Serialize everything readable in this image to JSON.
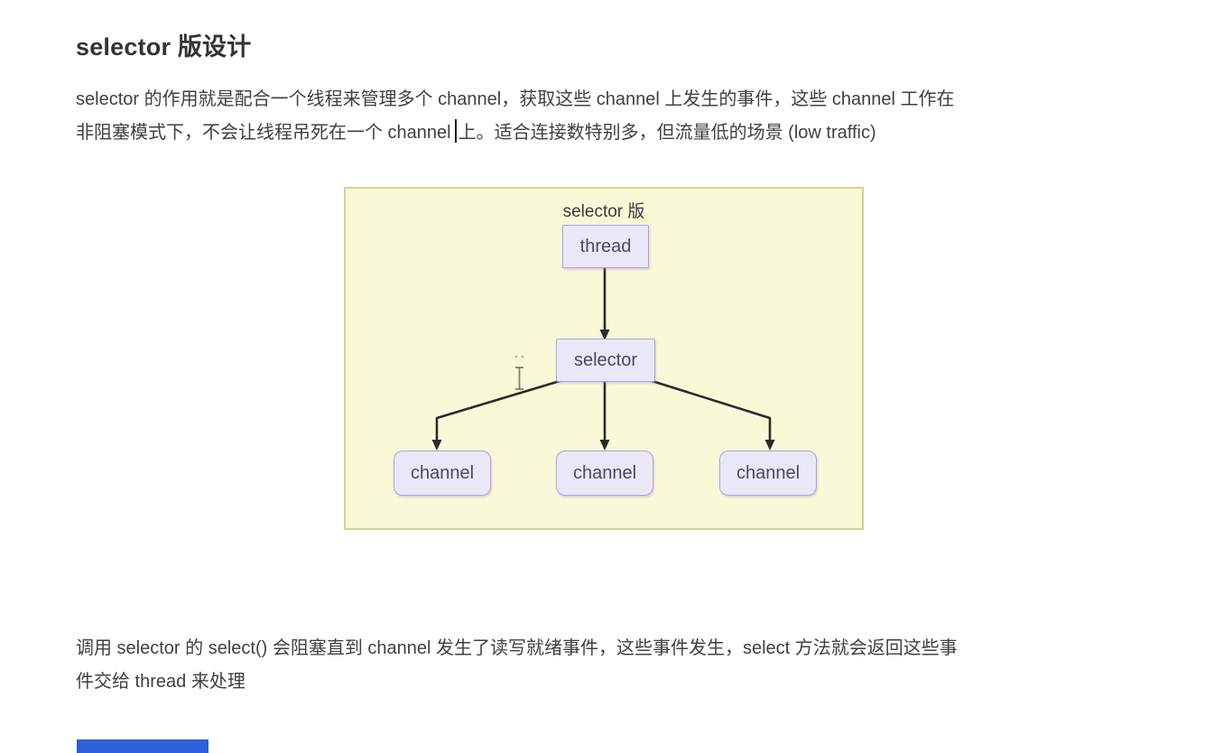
{
  "page": {
    "title": "selector 版设计"
  },
  "paragraph1": {
    "line1": "selector 的作用就是配合一个线程来管理多个 channel，获取这些 channel 上发生的事件，这些 channel 工作在",
    "line2_before_cursor": "非阻塞模式下，不会让线程吊死在一个 channel",
    "line2_after_cursor": "上。适合连接数特别多，但流量低的场景 (low traffic)"
  },
  "diagram": {
    "title": "selector 版",
    "nodes": {
      "thread": "thread",
      "selector": "selector",
      "channel1": "channel",
      "channel2": "channel",
      "channel3": "channel"
    },
    "colors": {
      "background": "#f9f9d8",
      "border": "#d3d490",
      "node_fill": "#eae8f8",
      "node_border": "#afa3d9",
      "arrow": "#2b2b2b"
    }
  },
  "paragraph2": {
    "line1": "调用 selector 的 select() 会阻塞直到 channel 发生了读写就绪事件，这些事件发生，select 方法就会返回这些事",
    "line2": "件交给 thread 来处理"
  },
  "artifacts": {
    "bottom_bar_color": "#2e5ed8"
  }
}
